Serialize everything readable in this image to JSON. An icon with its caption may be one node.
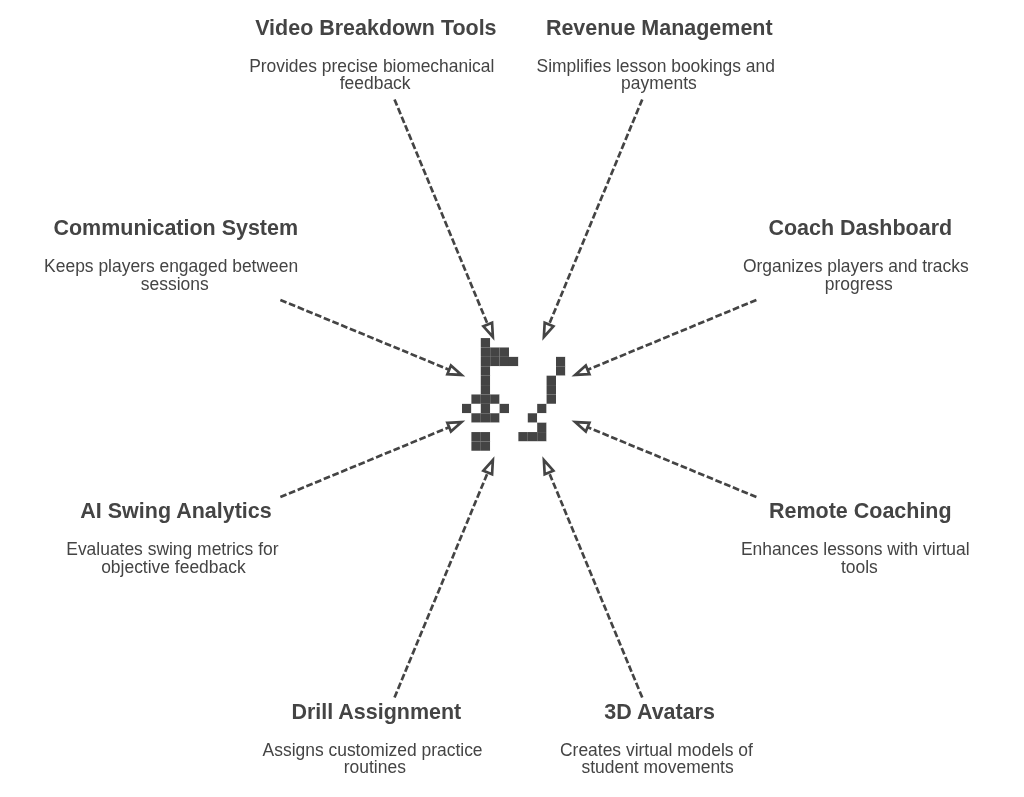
{
  "diagram": {
    "nodes": [
      {
        "text": [
          "Coach Dashboard",
          "Organizes players and tracks progress"
        ]
      },
      {
        "text": [
          "Revenue Management",
          "Simplifies lesson bookings and payments"
        ]
      },
      {
        "text": [
          "Video Breakdown Tools",
          "Provides precise biomechanical feedback"
        ]
      },
      {
        "text": [
          "Communication System",
          "Keeps players engaged between sessions"
        ]
      },
      {
        "text": [],
        "shape": "picture"
      },
      {
        "text": [
          "AI Swing Analytics",
          "Evaluates swing metrics for objective feedback"
        ]
      },
      {
        "text": [
          "Drill Assignment",
          "Assigns customized practice routines"
        ]
      },
      {
        "text": [
          "3D Avatars",
          "Creates virtual models of student movements"
        ]
      },
      {
        "text": [
          "Remote Coaching",
          "Enhances lessons with virtual tools"
        ]
      }
    ],
    "edges": [
      {
        "from": 0,
        "to": 4,
        "arrow": "to",
        "style": "dashed"
      },
      {
        "from": 1,
        "to": 4,
        "arrow": "to",
        "style": "dashed"
      },
      {
        "from": 2,
        "to": 4,
        "arrow": "to",
        "style": "dashed"
      },
      {
        "from": 3,
        "to": 4,
        "arrow": "to",
        "style": "dashed"
      },
      {
        "from": 5,
        "to": 4,
        "arrow": "to",
        "style": "dashed"
      },
      {
        "from": 6,
        "to": 4,
        "arrow": "to",
        "style": "dashed"
      },
      {
        "from": 7,
        "to": 4,
        "arrow": "to",
        "style": "dashed"
      },
      {
        "from": 8,
        "to": 4,
        "arrow": "to",
        "style": "dashed"
      }
    ]
  }
}
